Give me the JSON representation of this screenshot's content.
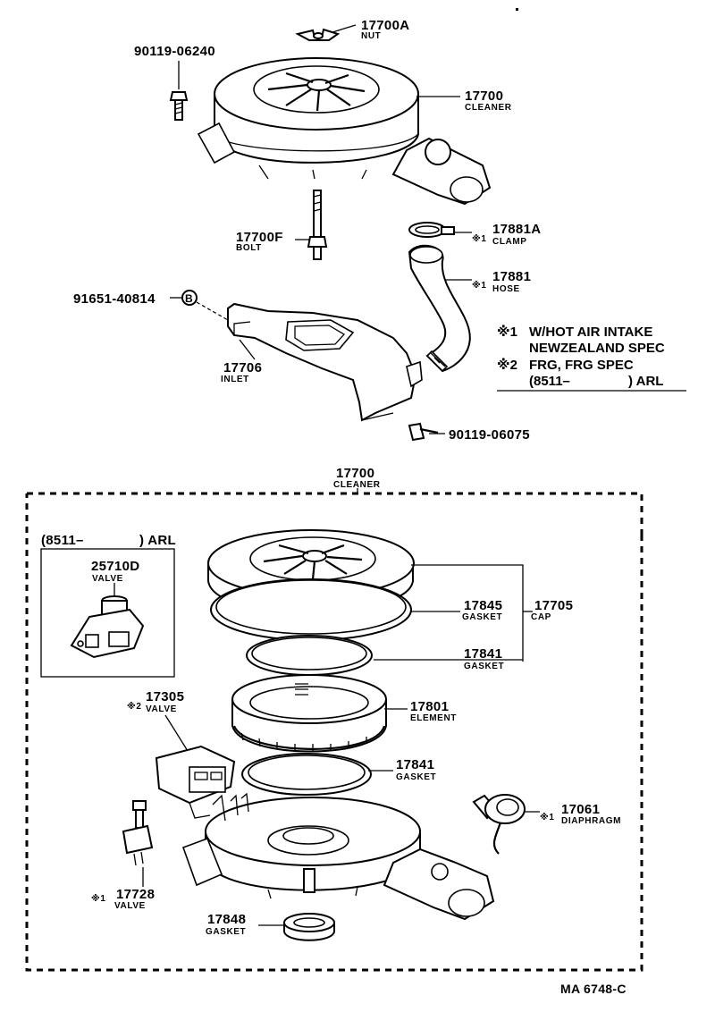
{
  "top": {
    "nut": {
      "number": "17700A",
      "label": "NUT"
    },
    "screw": {
      "number": "90119-06240"
    },
    "cleaner": {
      "number": "17700",
      "label": "CLEANER"
    },
    "bolt": {
      "number": "17700F",
      "label": "BOLT"
    },
    "clamp": {
      "mark": "※1",
      "number": "17881A",
      "label": "CLAMP"
    },
    "hose": {
      "mark": "※1",
      "number": "17881",
      "label": "HOSE"
    },
    "plug": {
      "number": "91651-40814",
      "symbol": "B"
    },
    "inlet": {
      "number": "17706",
      "label": "INLET"
    },
    "bolt2": {
      "number": "90119-06075"
    }
  },
  "notes": {
    "n1_mark": "※1",
    "n1_line1": "W/HOT AIR INTAKE",
    "n1_line2": "NEWZEALAND SPEC",
    "n2_mark": "※2",
    "n2_line1": "FRG, FRG SPEC",
    "n2_line2a": "(8511–",
    "n2_line2b": ") ARL"
  },
  "bottom": {
    "assembly": {
      "number": "17700",
      "label": "CLEANER"
    },
    "inset": {
      "title_a": "(8511–",
      "title_b": ") ARL",
      "number": "25710D",
      "label": "VALVE"
    },
    "gasket1": {
      "number": "17845",
      "label": "GASKET"
    },
    "cap": {
      "number": "17705",
      "label": "CAP"
    },
    "gasket2": {
      "number": "17841",
      "label": "GASKET"
    },
    "valve2": {
      "mark": "※2",
      "number": "17305",
      "label": "VALVE"
    },
    "element": {
      "number": "17801",
      "label": "ELEMENT"
    },
    "gasket3": {
      "number": "17841",
      "label": "GASKET"
    },
    "diaphragm": {
      "mark": "※1",
      "number": "17061",
      "label": "DIAPHRAGM"
    },
    "valve1": {
      "mark": "※1",
      "number": "17728",
      "label": "VALVE"
    },
    "gasket4": {
      "number": "17848",
      "label": "GASKET"
    }
  },
  "footer": {
    "code": "MA 6748-C"
  }
}
